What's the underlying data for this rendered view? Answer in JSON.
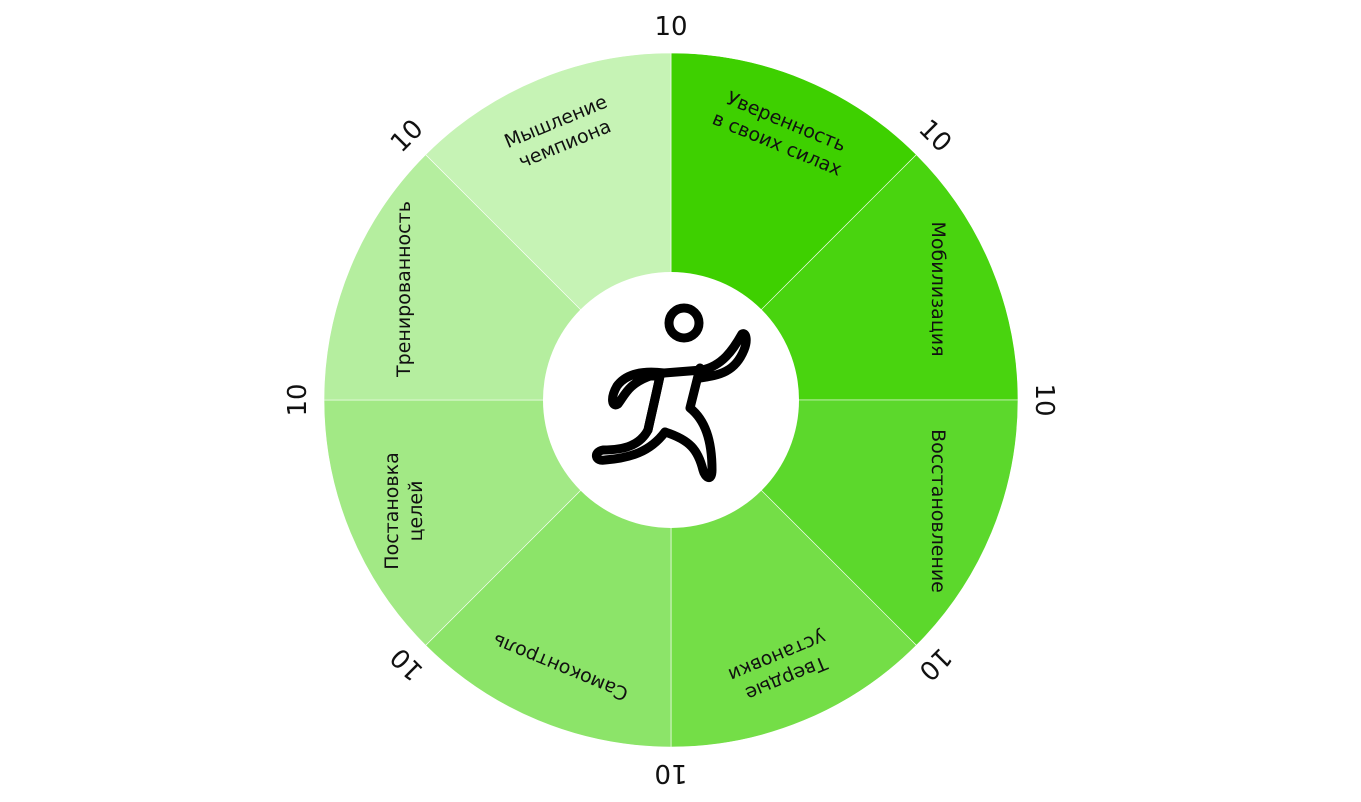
{
  "wheel": {
    "center_icon": "running-person-icon",
    "segments": [
      {
        "label": [
          "Уверенность",
          "в своих силах"
        ],
        "score": "10",
        "color": "#3ed000"
      },
      {
        "label": [
          "Мобилизация"
        ],
        "score": "10",
        "color": "#49d40f"
      },
      {
        "label": [
          "Восстановление"
        ],
        "score": "10",
        "color": "#5cd82c"
      },
      {
        "label": [
          "Твердые",
          "установки"
        ],
        "score": "10",
        "color": "#74de47"
      },
      {
        "label": [
          "Самоконтроль"
        ],
        "score": "10",
        "color": "#8ce469"
      },
      {
        "label": [
          "Постановка",
          "целей"
        ],
        "score": "10",
        "color": "#a2e985"
      },
      {
        "label": [
          "Тренированность"
        ],
        "score": "10",
        "color": "#b5ee9f"
      },
      {
        "label": [
          "Мышление",
          "чемпиона"
        ],
        "score": "10",
        "color": "#c6f3b5"
      }
    ]
  }
}
